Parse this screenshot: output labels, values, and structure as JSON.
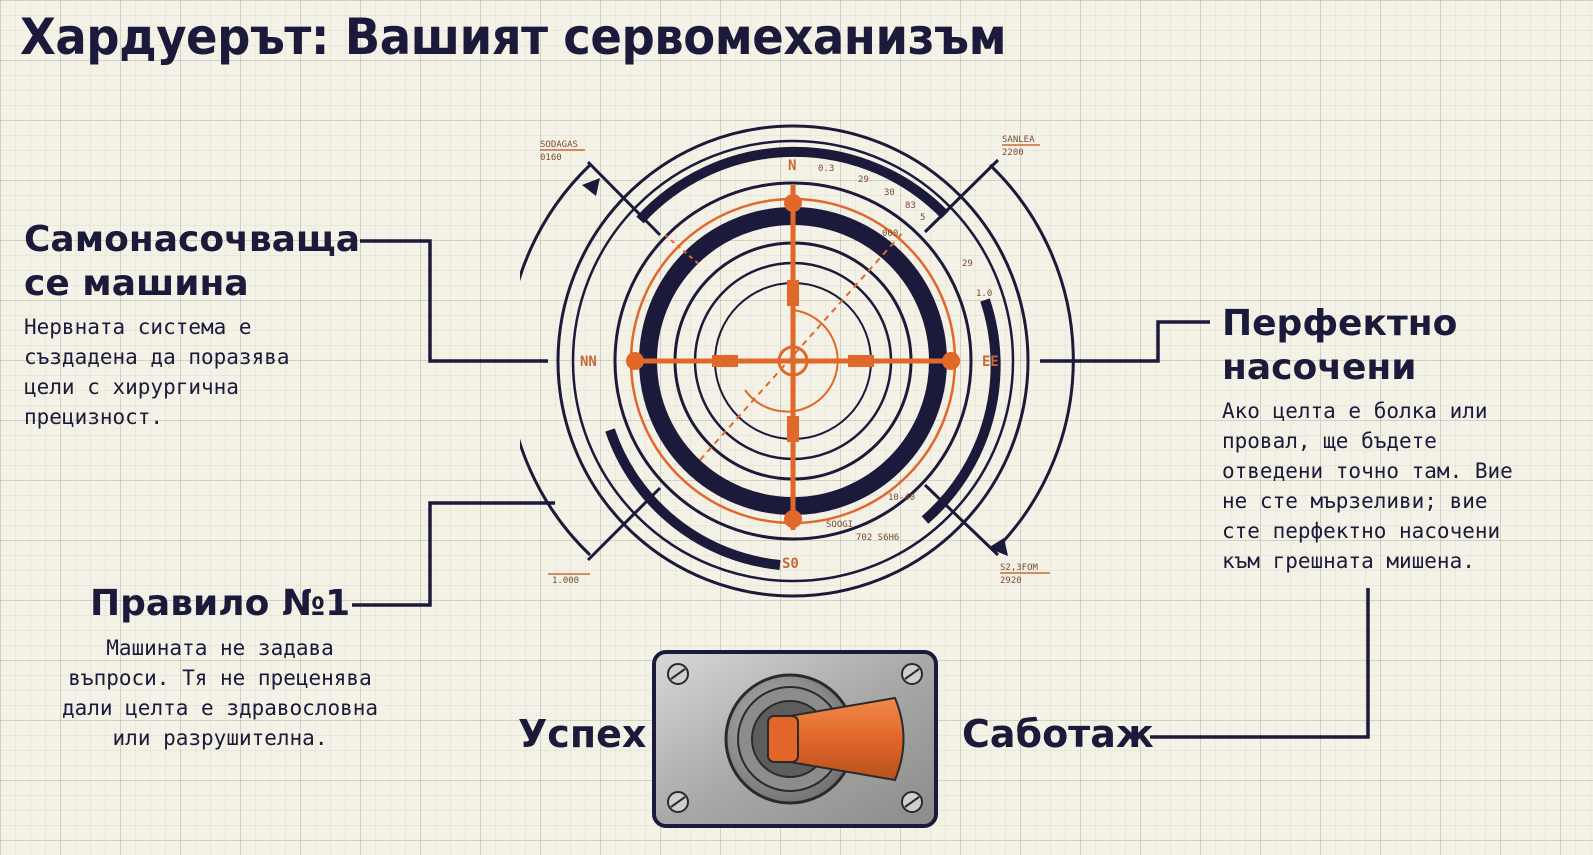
{
  "title": "Хардуерът: Вашият сервомеханизъм",
  "left_top": {
    "heading_line1": "Самонасочваща",
    "heading_line2": "се машина",
    "text": "Нервната система е\nсъздадена да поразява\nцели с хирургична\nпрецизност."
  },
  "left_bottom": {
    "heading": "Правило №1",
    "text": "Машината не задава\nвъпроси. Тя не преценява\nдали целта е здравословна\nили разрушителна."
  },
  "right": {
    "heading_line1": "Перфектно",
    "heading_line2": "насочени",
    "text": "Ако целта е болка или\nпровал, ще бъдете\nотведени точно там. Вие\nне сте мързеливи; вие\nсте перфектно насочени\nкъм грешната мишена."
  },
  "switch": {
    "left_label": "Успех",
    "right_label": "Саботаж"
  },
  "dial": {
    "north": "N",
    "south": "S0",
    "west": "NN",
    "east": "EE",
    "corner_tl_line1": "SODAGAS",
    "corner_tl_line2": "0160",
    "corner_tr_line1": "SANLEA",
    "corner_tr_line2": "2200",
    "corner_bl": "1.000",
    "corner_br_line1": "S2,3FOM",
    "corner_br_line2": "2920",
    "ticks": [
      "0.3",
      "29",
      "30",
      "83",
      "5",
      "000",
      "29",
      "1.0",
      "10-40",
      "SOOGI",
      "702 S6H6"
    ]
  },
  "colors": {
    "navy": "#1b1a3a",
    "orange": "#e0692a",
    "paper": "#f4f1e6"
  }
}
